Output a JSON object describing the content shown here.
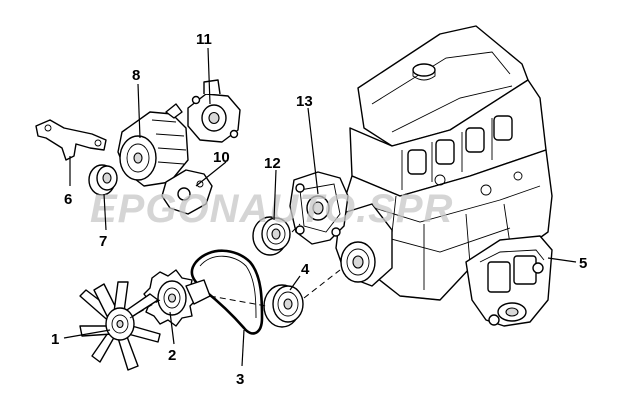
{
  "watermark": "EPGONAUTO.SPR",
  "callouts": {
    "c1": "1",
    "c2": "2",
    "c3": "3",
    "c4": "4",
    "c5": "5",
    "c6": "6",
    "c7": "7",
    "c8": "8",
    "c10": "10",
    "c11": "11",
    "c12": "12",
    "c13": "13"
  }
}
